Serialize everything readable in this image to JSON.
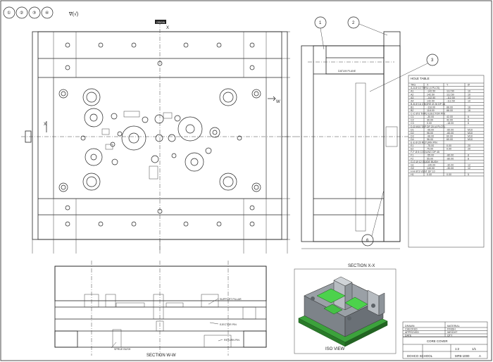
{
  "sheet": {
    "symbols": [
      "①",
      "②",
      "③",
      "④"
    ],
    "roughness_mark": "∇(√)"
  },
  "plan_view": {
    "datum_tag": "ORIGIN",
    "section_x": "X",
    "section_w": "W",
    "label_x_left": "X",
    "label_w_right": "W"
  },
  "balloons": [
    "1",
    "2",
    "3",
    "6"
  ],
  "side_view": {
    "dim_label": "DATUM PLANE"
  },
  "front_section": {
    "title": "SECTION W-W",
    "callouts": [
      "SUPPORT PILLAR",
      "EJECTOR PIN",
      "RETURN PIN",
      "SPRUE BUSH"
    ]
  },
  "iso": {
    "section_title": "SECTION X-X",
    "view_title": "ISO VIEW"
  },
  "hole_table": {
    "title": "HOLE TABLE",
    "header": [
      "TAG",
      "X",
      "Y",
      "Ø"
    ],
    "groups": [
      {
        "name": "A-A Ø 10 THRU (4 PLCS)",
        "rows": [
          [
            "A1",
            "-142.50",
            "112.50",
            "10"
          ],
          [
            "A2",
            "142.50",
            "112.50",
            "10"
          ],
          [
            "A3",
            "-142.50",
            "-112.50",
            "10"
          ],
          [
            "A4",
            "142.50",
            "-112.50",
            "10"
          ]
        ]
      },
      {
        "name": "B-B Ø 16 C'BORE Ø 26 DP 16",
        "rows": [
          [
            "B1",
            "-118.00",
            "88.00",
            "16"
          ],
          [
            "B2",
            "118.00",
            "88.00",
            "16"
          ]
        ]
      },
      {
        "name": "C-C Ø 6 THRU EJECTOR PIN",
        "rows": [
          [
            "C1",
            "-30.00",
            "42.00",
            "6"
          ],
          [
            "C2",
            "30.00",
            "42.00",
            "6"
          ],
          [
            "C3",
            "0.00",
            "-18.00",
            "6"
          ]
        ]
      },
      {
        "name": "D-D M10 TAP DP 20 (4 PLCS)",
        "rows": [
          [
            "D1",
            "-96.00",
            "-60.00",
            "M10"
          ],
          [
            "D2",
            "96.00",
            "-60.00",
            "M10"
          ],
          [
            "D3",
            "-96.00",
            "60.00",
            "M10"
          ],
          [
            "D4",
            "96.00",
            "60.00",
            "M10"
          ]
        ]
      },
      {
        "name": "E-E Ø 20 RETURN PIN",
        "rows": [
          [
            "E1",
            "-75.00",
            "0.00",
            "20"
          ],
          [
            "E2",
            "75.00",
            "0.00",
            "20"
          ]
        ]
      },
      {
        "name": "F-F Ø 8 COOLING DP 45",
        "rows": [
          [
            "F1",
            "-55.00",
            "-80.00",
            "8"
          ],
          [
            "F2",
            "55.00",
            "-80.00",
            "8"
          ]
        ]
      },
      {
        "name": "G-G Ø 12 GUIDE BUSH",
        "rows": [
          [
            "G1",
            "-140.00",
            "-30.00",
            "12"
          ],
          [
            "G2",
            "140.00",
            "-30.00",
            "12"
          ]
        ]
      },
      {
        "name": "H-H Ø 5 VENT DP 10",
        "rows": [
          [
            "H1",
            "0.00",
            "0.00",
            "5"
          ]
        ]
      }
    ]
  },
  "title_block": {
    "company": "DOHCO SCHOOL",
    "drawing_title": "CORE COVER",
    "drawing_no": "MFB-1000",
    "scale": "1:2",
    "sheet": "1/1",
    "rev": "A",
    "rows_left": [
      "DRAWN",
      "CHECKED",
      "APPROVED",
      "DATE"
    ],
    "rows_right": [
      "MATERIAL",
      "FINISH",
      "WEIGHT",
      "QTY"
    ]
  }
}
